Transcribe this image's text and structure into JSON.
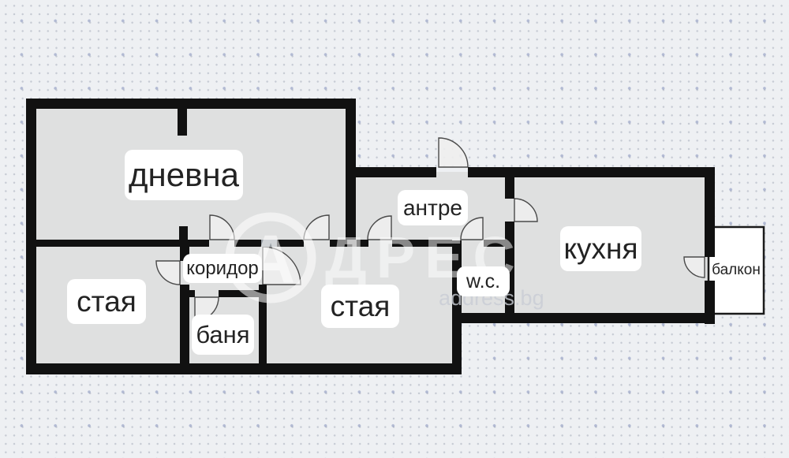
{
  "plan": {
    "type": "apartment-floor-plan"
  },
  "rooms": [
    {
      "id": "living",
      "label": "дневна"
    },
    {
      "id": "room-left",
      "label": "стая"
    },
    {
      "id": "corridor",
      "label": "коридор"
    },
    {
      "id": "bathroom",
      "label": "баня"
    },
    {
      "id": "room-middle",
      "label": "стая"
    },
    {
      "id": "entry-hall",
      "label": "антре"
    },
    {
      "id": "wc",
      "label": "w.c."
    },
    {
      "id": "kitchen",
      "label": "кухня"
    },
    {
      "id": "balcony",
      "label": "балкон"
    }
  ],
  "watermark": {
    "brand": "АДРЕС",
    "logo_letter": "А",
    "brand_rest": "ДРЕС",
    "website": "address.bg"
  },
  "colors": {
    "wall": "#111111",
    "floor": "#dfe0e0",
    "background": "#eef0f3",
    "label_bg": "#ffffff",
    "label_text": "#232323",
    "dot": "#c3c8d2",
    "accent_dot": "#9ca8c8",
    "watermark_white": "rgba(255,255,255,0.55)"
  }
}
